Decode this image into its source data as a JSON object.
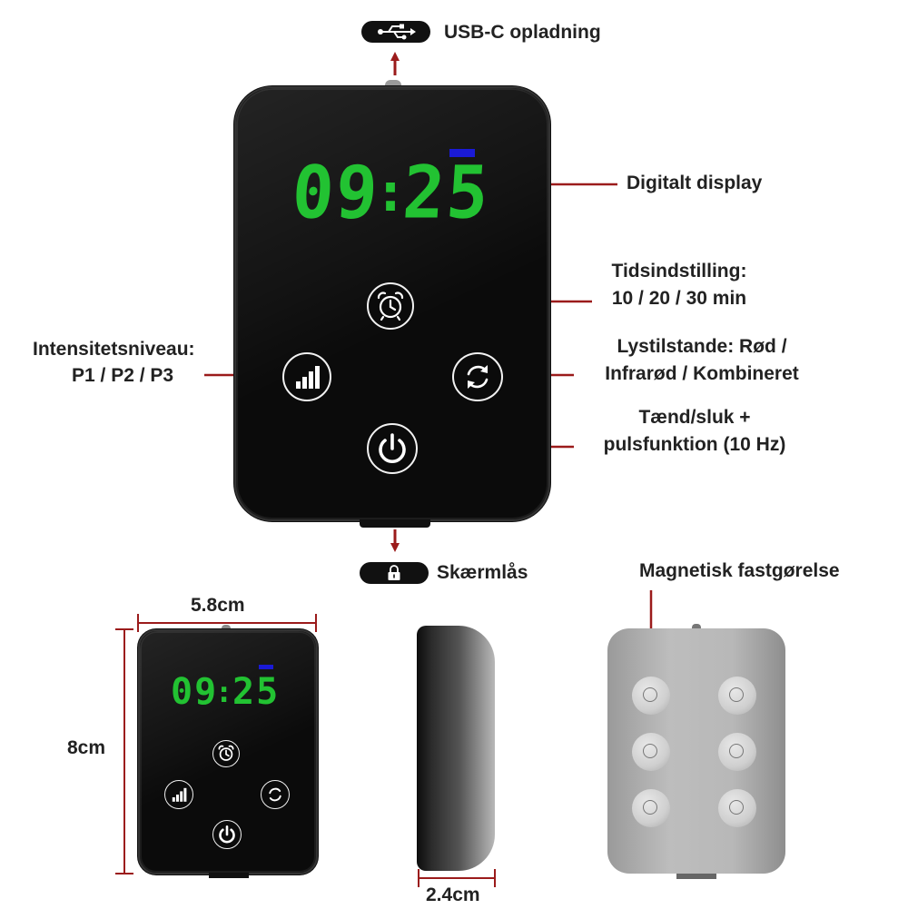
{
  "display": {
    "hours": "09",
    "colon": ":",
    "minutes": "25"
  },
  "labels": {
    "usb": "USB-C opladning",
    "display": "Digitalt display",
    "timer_line1": "Tidsindstilling:",
    "timer_line2": "10 / 20 / 30 min",
    "intensity_line1": "Intensitetsniveau:",
    "intensity_line2": "P1 / P2 / P3",
    "modes_line1": "Lystilstande: Rød /",
    "modes_line2": "Infrarød / Kombineret",
    "power_line1": "Tænd/sluk +",
    "power_line2": "pulsfunktion (10 Hz)",
    "lock": "Skærmlås",
    "magnet": "Magnetisk fastgørelse"
  },
  "dimensions": {
    "width": "5.8cm",
    "height": "8cm",
    "depth": "2.4cm"
  },
  "icons": [
    "usb-icon",
    "lock-icon",
    "alarm-clock-icon",
    "signal-bars-icon",
    "cycle-icon",
    "power-icon"
  ],
  "colors": {
    "accent": "#9b1b1b",
    "digits": "#22c232",
    "indicator": "#1a1ad6",
    "device": "#0b0b0b"
  }
}
